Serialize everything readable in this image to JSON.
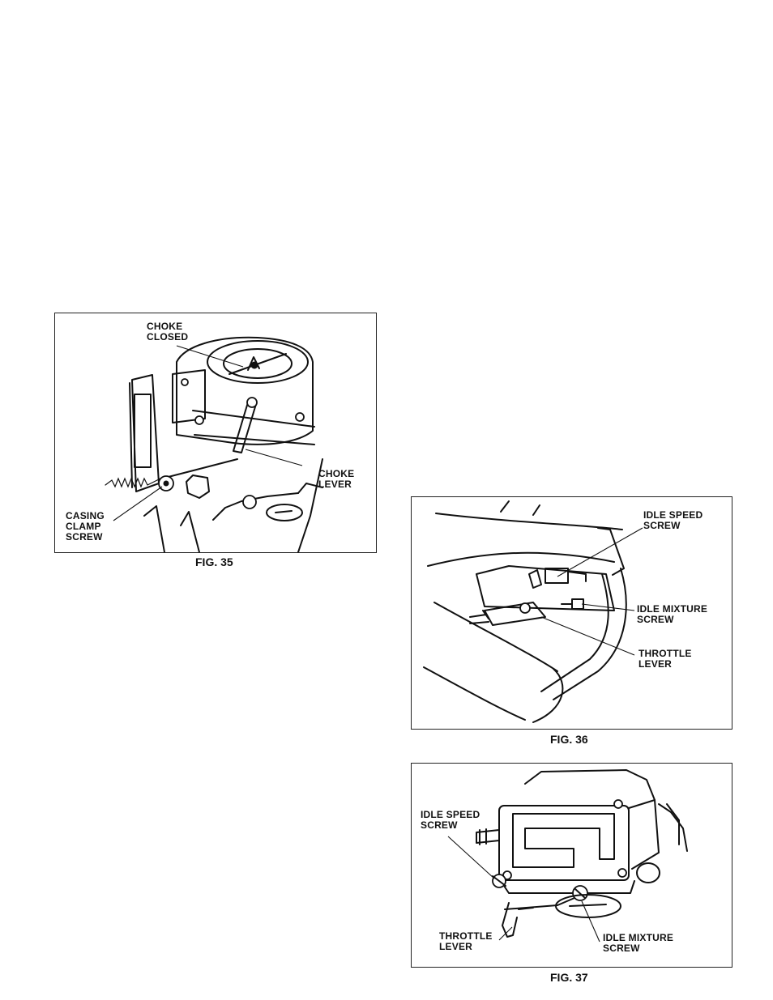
{
  "figures": {
    "fig35": {
      "caption": "FIG. 35",
      "labels": {
        "choke_closed": "CHOKE\nCLOSED",
        "choke_lever": "CHOKE\nLEVER",
        "casing_clamp_screw": "CASING\nCLAMP\nSCREW"
      }
    },
    "fig36": {
      "caption": "FIG. 36",
      "labels": {
        "idle_speed_screw": "IDLE SPEED\nSCREW",
        "idle_mixture_screw": "IDLE MIXTURE\nSCREW",
        "throttle_lever": "THROTTLE\nLEVER"
      }
    },
    "fig37": {
      "caption": "FIG. 37",
      "labels": {
        "idle_speed_screw": "IDLE SPEED\nSCREW",
        "throttle_lever": "THROTTLE\nLEVER",
        "idle_mixture_screw": "IDLE MIXTURE\nSCREW"
      }
    }
  }
}
